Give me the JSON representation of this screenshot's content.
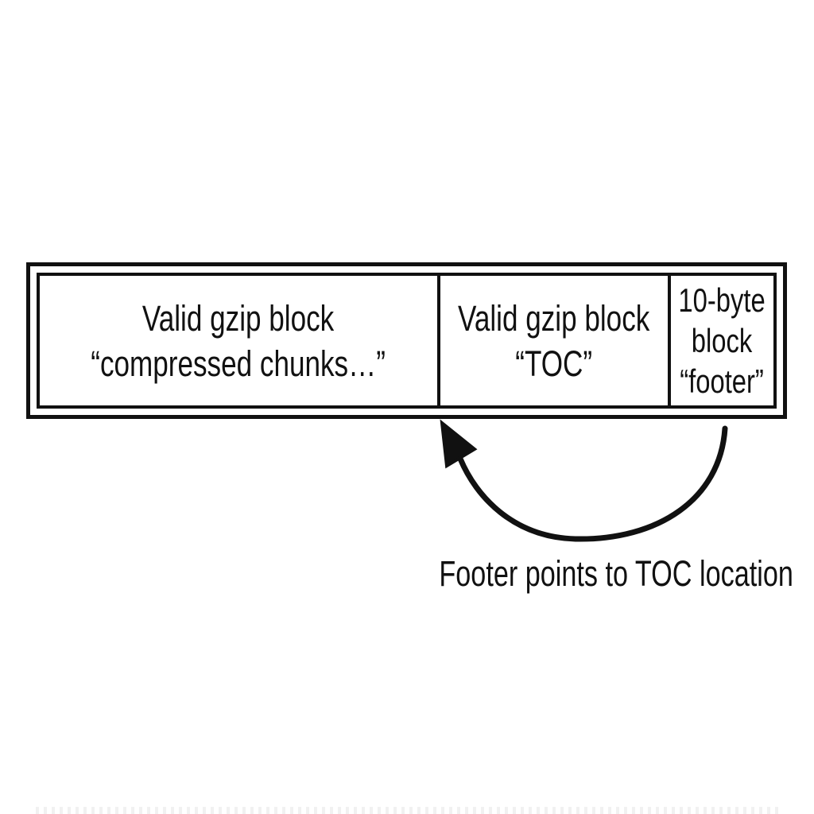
{
  "diagram": {
    "blocks": [
      {
        "name": "compressed-chunks-block",
        "lines": [
          "Valid gzip block",
          "“compressed chunks…”"
        ]
      },
      {
        "name": "toc-block",
        "lines": [
          "Valid gzip block",
          "“TOC”"
        ]
      },
      {
        "name": "footer-block",
        "lines": [
          "10-byte",
          "block",
          "“footer”"
        ]
      }
    ],
    "caption": "Footer points to TOC location",
    "arrow": {
      "description": "curved arrow from footer block pointing back to start of TOC block"
    },
    "colors": {
      "ink": "#111111",
      "background": "#ffffff"
    }
  }
}
